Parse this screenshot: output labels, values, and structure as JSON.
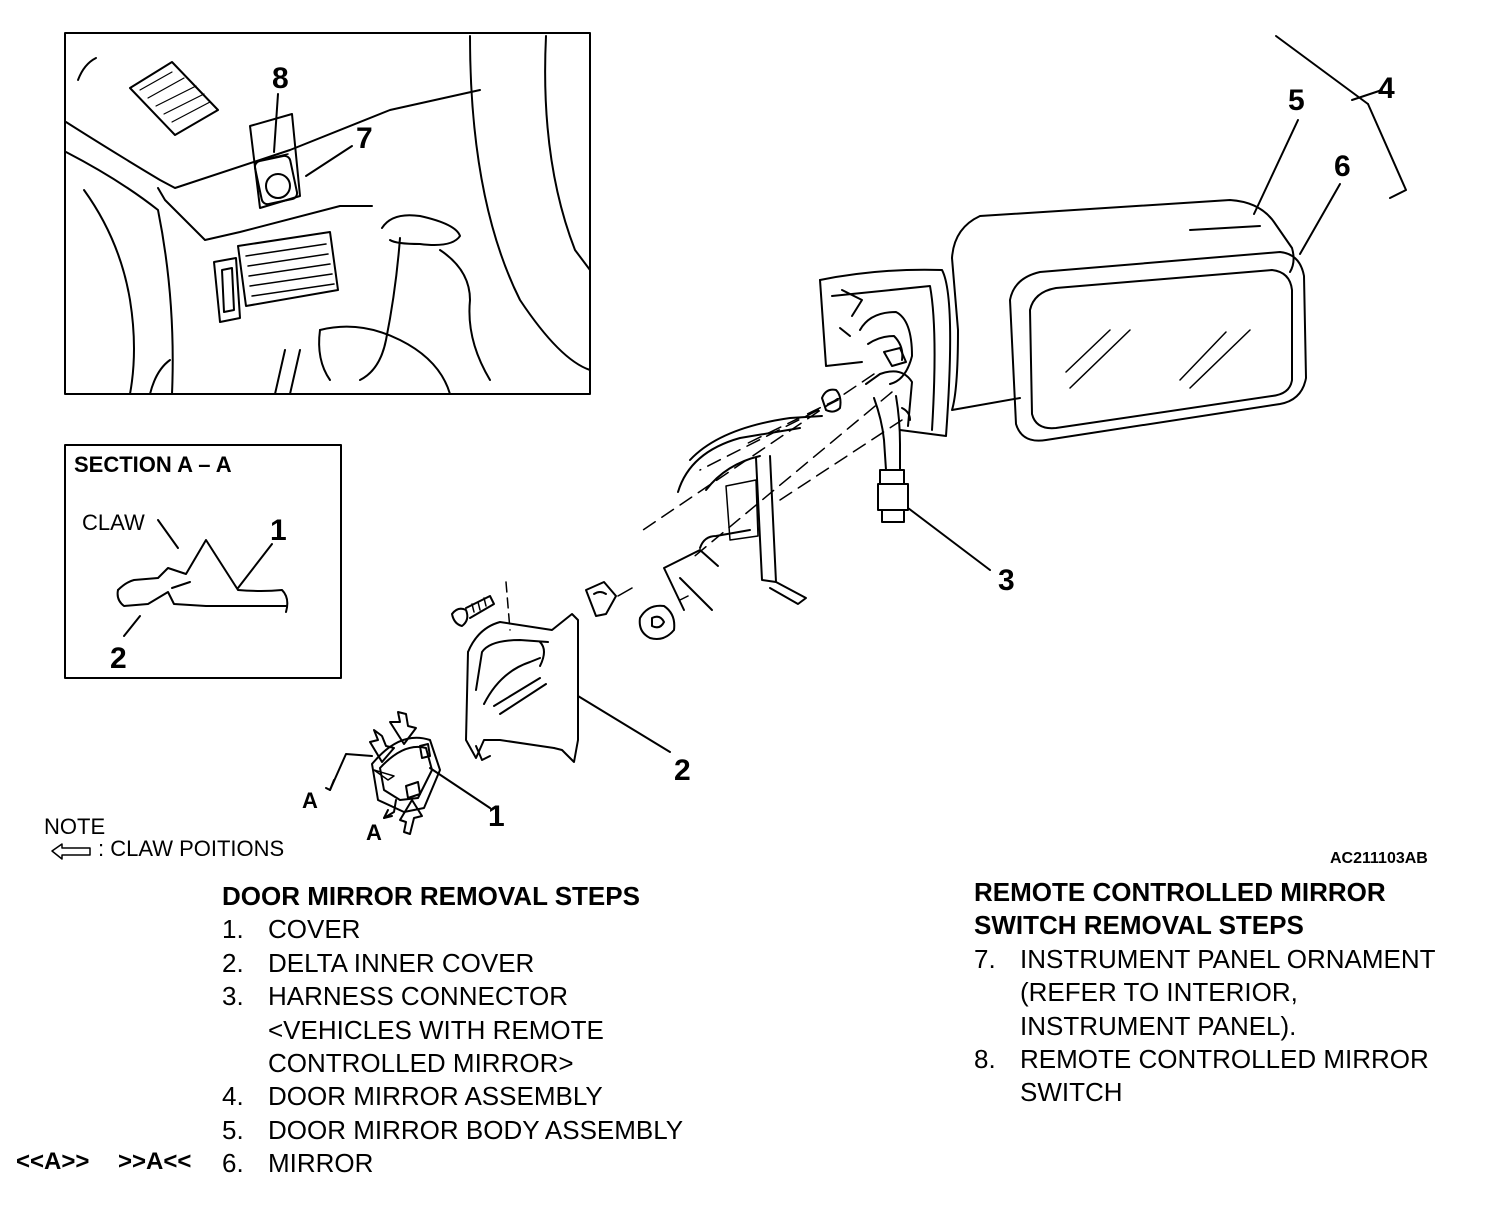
{
  "callouts": {
    "c1": "1",
    "c2": "2",
    "c3": "3",
    "c4": "4",
    "c5": "5",
    "c6": "6",
    "c7": "7",
    "c8": "8",
    "section_1": "1",
    "section_2": "2"
  },
  "section": {
    "title": "SECTION A – A",
    "claw": "CLAW"
  },
  "section_marks": {
    "a1": "A",
    "a2": "A"
  },
  "note": {
    "title": "NOTE",
    "text": ": CLAW POITIONS"
  },
  "figure_id": "AC211103AB",
  "door_mirror": {
    "heading": "DOOR MIRROR REMOVAL STEPS",
    "steps": [
      {
        "num": "1.",
        "lines": [
          "COVER"
        ]
      },
      {
        "num": "2.",
        "lines": [
          "DELTA INNER COVER"
        ]
      },
      {
        "num": "3.",
        "lines": [
          "HARNESS CONNECTOR",
          "<VEHICLES WITH REMOTE",
          "CONTROLLED MIRROR>"
        ]
      },
      {
        "num": "4.",
        "lines": [
          "DOOR MIRROR ASSEMBLY"
        ]
      },
      {
        "num": "5.",
        "lines": [
          "DOOR MIRROR BODY ASSEMBLY"
        ]
      },
      {
        "num": "6.",
        "lines": [
          "MIRROR"
        ]
      }
    ]
  },
  "switch": {
    "heading_lines": [
      "REMOTE CONTROLLED MIRROR",
      "SWITCH REMOVAL STEPS"
    ],
    "steps": [
      {
        "num": "7.",
        "lines": [
          "INSTRUMENT PANEL ORNAMENT",
          "(REFER TO INTERIOR,",
          "INSTRUMENT PANEL)."
        ]
      },
      {
        "num": "8.",
        "lines": [
          "REMOTE CONTROLLED MIRROR",
          "SWITCH"
        ]
      }
    ]
  },
  "procedure_tags": {
    "removal": "<<A>>",
    "install": ">>A<<"
  }
}
